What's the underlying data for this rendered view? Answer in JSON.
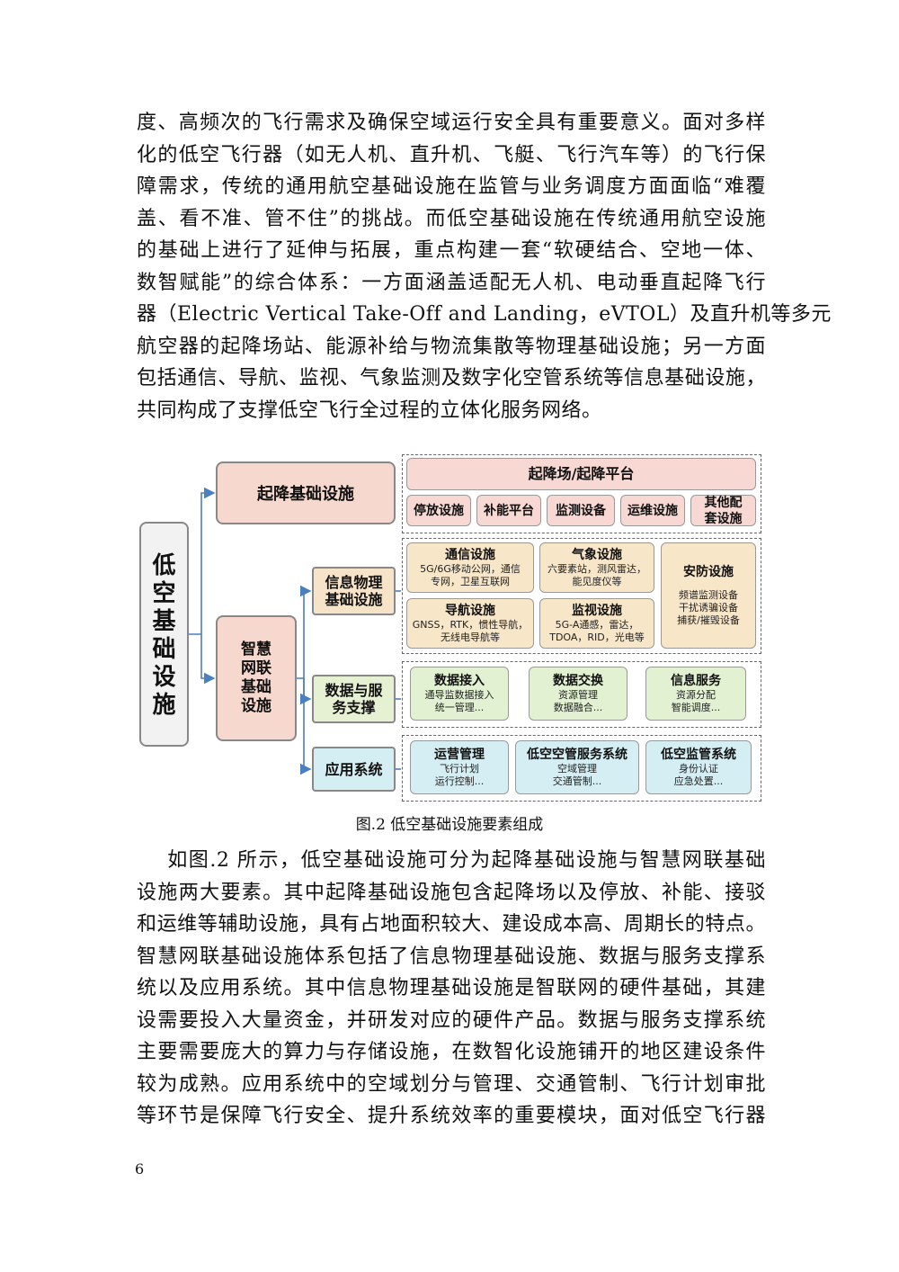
{
  "para1": [
    "度、高频次的飞行需求及确保空域运行安全具有重要意义。面对多样",
    "化的低空飞行器（如无人机、直升机、飞艇、飞行汽车等）的飞行保",
    "障需求，传统的通用航空基础设施在监管与业务调度方面面临“难覆",
    "盖、看不准、管不住”的挑战。而低空基础设施在传统通用航空设施",
    "的基础上进行了延伸与拓展，重点构建一套“软硬结合、空地一体、",
    "数智赋能”的综合体系：一方面涵盖适配无人机、电动垂直起降飞行",
    "器（Electric Vertical Take-Off and Landing，eVTOL）及直升机等多元",
    "航空器的起降场站、能源补给与物流集散等物理基础设施；另一方面",
    "包括通信、导航、监视、气象监测及数字化空管系统等信息基础设施，",
    "共同构成了支撑低空飞行全过程的立体化服务网络。"
  ],
  "diagram": {
    "root": [
      "低",
      "空",
      "基",
      "础",
      "设",
      "施"
    ],
    "takeoff": "起降基础设施",
    "smart": [
      "智慧",
      "网联",
      "基础",
      "设施"
    ],
    "info_physical": [
      "信息物理",
      "基础设施"
    ],
    "data_service": [
      "数据与服",
      "务支撑"
    ],
    "app_system": "应用系统",
    "takeoff_header": "起降场/起降平台",
    "takeoff_items": [
      "停放设施",
      "补能平台",
      "监测设备",
      "运维设施"
    ],
    "takeoff_other": [
      "其他配",
      "套设施"
    ],
    "comm": {
      "title": "通信设施",
      "lines": [
        "5G/6G移动公网，通信",
        "专网，卫星互联网"
      ]
    },
    "weather": {
      "title": "气象设施",
      "lines": [
        "六要素站，测风雷达，",
        "能见度仪等"
      ]
    },
    "security": {
      "title": "安防设施",
      "lines": [
        "频谱监测设备",
        "干扰诱骗设备",
        "捕获/摧毁设备"
      ]
    },
    "nav": {
      "title": "导航设施",
      "lines": [
        "GNSS，RTK，惯性导航，",
        "无线电导航等"
      ]
    },
    "surveil": {
      "title": "监视设施",
      "lines": [
        "5G-A通感，雷达，",
        "TDOA，RID，光电等"
      ]
    },
    "data_access": {
      "title": "数据接入",
      "lines": [
        "通导监数据接入",
        "统一管理..."
      ]
    },
    "data_exchange": {
      "title": "数据交换",
      "lines": [
        "资源管理",
        "数据融合..."
      ]
    },
    "info_service": {
      "title": "信息服务",
      "lines": [
        "资源分配",
        "智能调度..."
      ]
    },
    "ops": {
      "title": "运营管理",
      "lines": [
        "飞行计划",
        "运行控制..."
      ]
    },
    "atm": {
      "title": "低空空管服务系统",
      "lines": [
        "空域管理",
        "交通管制..."
      ]
    },
    "supervise": {
      "title": "低空监管系统",
      "lines": [
        "身份认证",
        "应急处置..."
      ]
    }
  },
  "caption": "图.2  低空基础设施要素组成",
  "para2": [
    "    如图.2 所示，低空基础设施可分为起降基础设施与智慧网联基础",
    "设施两大要素。其中起降基础设施包含起降场以及停放、补能、接驳",
    "和运维等辅助设施，具有占地面积较大、建设成本高、周期长的特点。",
    "智慧网联基础设施体系包括了信息物理基础设施、数据与服务支撑系",
    "统以及应用系统。其中信息物理基础设施是智联网的硬件基础，其建",
    "设需要投入大量资金，并研发对应的硬件产品。数据与服务支撑系统",
    "主要需要庞大的算力与存储设施，在数智化设施铺开的地区建设条件",
    "较为成熟。应用系统中的空域划分与管理、交通管制、飞行计划审批",
    "等环节是保障飞行安全、提升系统效率的重要模块，面对低空飞行器"
  ],
  "page_number": "6"
}
